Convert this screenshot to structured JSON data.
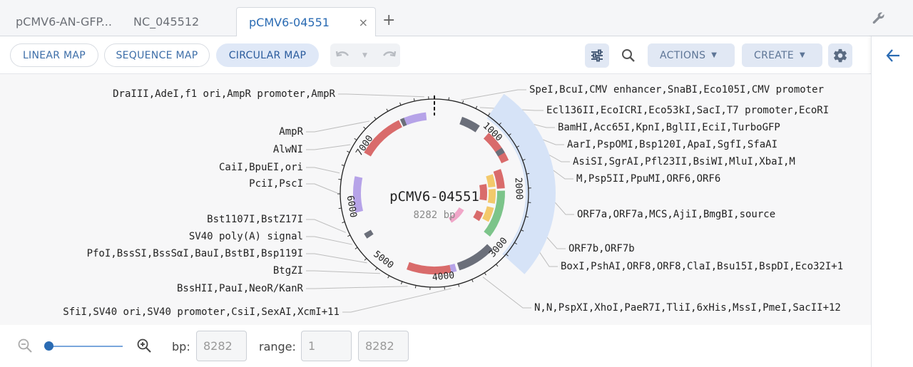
{
  "tabs": [
    {
      "label_a": "pCMV6-AN-GFP...",
      "label_b": "NC_045512"
    },
    {
      "label": "pCMV6-04551",
      "close": "×"
    }
  ],
  "add_tab": "+",
  "toolbar": {
    "linear_map": "LINEAR MAP",
    "sequence_map": "SEQUENCE MAP",
    "circular_map": "CIRCULAR MAP",
    "actions": "ACTIONS",
    "create": "CREATE"
  },
  "map": {
    "name": "pCMV6-04551",
    "length": "8282 bp",
    "ticks": [
      "1000",
      "2000",
      "3000",
      "4000",
      "5000",
      "6000",
      "7000"
    ],
    "labels_left": [
      "DraIII,AdeI,f1 ori,AmpR promoter,AmpR",
      "AmpR",
      "AlwNI",
      "CaiI,BpuEI,ori",
      "PciI,PscI",
      "Bst1107I,BstZ17I",
      "SV40 poly(A) signal",
      "PfoI,BssSI,BssSαI,BauI,BstBI,Bsp119I",
      "BtgZI",
      "BssHII,PauI,NeoR/KanR",
      "SfiI,SV40 ori,SV40 promoter,CsiI,SexAI,XcmI+11"
    ],
    "labels_right": [
      "SpeI,BcuI,CMV enhancer,SnaBI,Eco105I,CMV promoter",
      "Ecl136II,EcoICRI,Eco53kI,SacI,T7 promoter,EcoRI",
      "BamHI,Acc65I,KpnI,BglII,EciI,TurboGFP",
      "AarI,PspOMI,Bsp120I,ApaI,SgfI,SfaAI",
      "AsiSI,SgrAI,Pfl23II,BsiWI,MluI,XbaI,M",
      "M,Psp5II,PpuMI,ORF6,ORF6",
      "ORF7a,ORF7a,MCS,AjiI,BmgBI,source",
      "ORF7b,ORF7b",
      "BoxI,PshAI,ORF8,ORF8,ClaI,Bsu15I,BspDI,Eco32I+1",
      "N,N,PspXI,XhoI,PaeR7I,TliI,6xHis,MssI,PmeI,SacII+12"
    ]
  },
  "bottom": {
    "bp_label": "bp:",
    "bp_value": "8282",
    "range_label": "range:",
    "range_start": "1",
    "range_end": "8282",
    "zoom_level": 0.05
  },
  "colors": {
    "accent": "#2a6bb3",
    "active_pill": "#dfe8f7"
  }
}
